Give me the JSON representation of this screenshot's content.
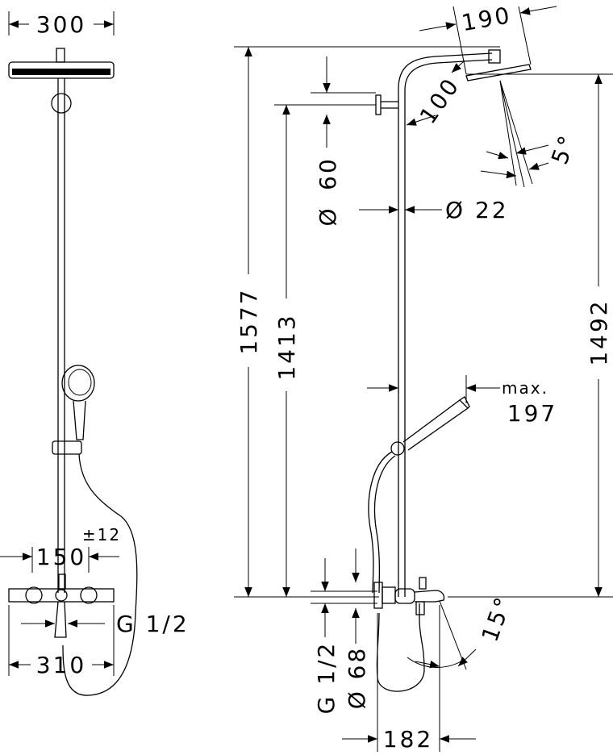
{
  "front_view": {
    "width_top": "300",
    "mixer_center_distance": "150",
    "mixer_tolerance": "±12",
    "connection_thread": "G 1/2",
    "mixer_width": "310"
  },
  "side_view": {
    "head_diameter": "190",
    "arm_length": "100",
    "spray_angle": "5°",
    "holder_dimension": "60",
    "rod_diameter_symbol": "Ø",
    "rod_diameter": "Ø 22",
    "total_height": "1577",
    "holder_height": "1413",
    "head_height": "1492",
    "hand_shower_label": "max.",
    "hand_shower_reach": "197",
    "spout_angle": "15°",
    "inlet_thread": "G 1/2",
    "inlet_diameter": "Ø 68",
    "spout_projection": "182"
  },
  "colors": {
    "line": "#000000",
    "background": "#ffffff"
  }
}
